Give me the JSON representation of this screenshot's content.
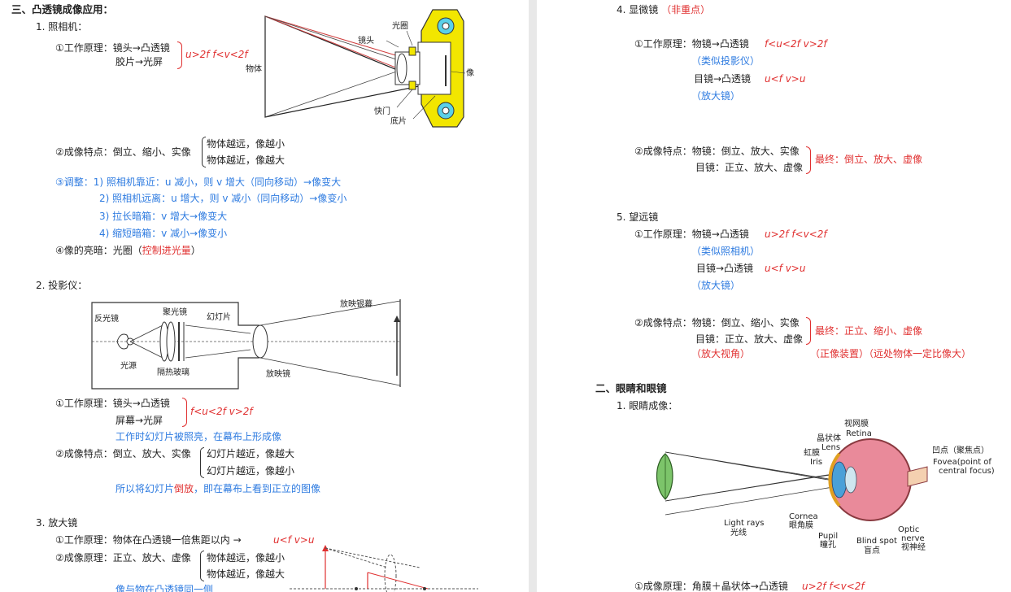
{
  "left": {
    "section3_title": "三、凸透镜成像应用：",
    "camera": {
      "title": "1. 照相机：",
      "p1_a": "①工作原理：镜头→凸透镜",
      "p1_b": "胶片→光屏",
      "p1_cond": "u>2f  f<v<2f",
      "p2": "②成像特点：倒立、缩小、实像",
      "p2_a": "物体越远，像越小",
      "p2_b": "物体越近，像越大",
      "p3_a": "③调整：1) 照相机靠近：u 减小，则 v 增大（同向移动）→像变大",
      "p3_b": "2) 照相机远离：u 增大，则 v 减小（同向移动）→像变小",
      "p3_c": "3) 拉长暗箱：v 增大→像变大",
      "p3_d": "4) 缩短暗箱：v 减小→像变小",
      "p4": "④像的亮暗：光圈（",
      "p4_red": "控制进光量",
      "p4_end": "）",
      "diagram": {
        "object": "物体",
        "lens": "镜头",
        "aperture": "光圈",
        "image": "像",
        "shutter": "快门",
        "film": "底片"
      }
    },
    "projector": {
      "title": "2. 投影仪：",
      "diagram": {
        "screen": "放映银幕",
        "reflector": "反光镜",
        "condenser": "聚光镜",
        "slide": "幻灯片",
        "light": "光源",
        "glass": "隔热玻璃",
        "lens": "放映镜"
      },
      "p1_a": "①工作原理：镜头→凸透镜",
      "p1_b": "屏幕→光屏",
      "p1_cond": "f<u<2f   v>2f",
      "p1_note": "工作时幻灯片被照亮，在幕布上形成像",
      "p2": "②成像特点：倒立、放大、实像",
      "p2_a": "幻灯片越近，像越大",
      "p2_b": "幻灯片越远，像越小",
      "p2_note_a": "所以将幻灯片",
      "p2_note_red": "倒放",
      "p2_note_b": "，即在幕布上看到正立的图像"
    },
    "magnifier": {
      "title": "3. 放大镜",
      "p1": "①工作原理：物体在凸透镜一倍焦距以内  →",
      "p1_cond": "u<f  v>u",
      "p2": "②成像原理：正立、放大、虚像",
      "p2_a": "物体越远，像越小",
      "p2_b": "物体越近，像越大",
      "p2_note": "像与物在凸透镜同一侧"
    }
  },
  "right": {
    "microscope": {
      "title": "4. 显微镜",
      "title_note": "（非重点）",
      "p1_a": "①工作原理：物镜→凸透镜",
      "p1_a_cond": "f<u<2f  v>2f",
      "p1_a_note": "（类似投影仪）",
      "p1_b": "目镜→凸透镜",
      "p1_b_cond": "u<f  v>u",
      "p1_b_note": "（放大镜）",
      "p2_a": "②成像特点：物镜：倒立、放大、实像",
      "p2_b": "目镜：正立、放大、虚像",
      "p2_final": "最终：倒立、放大、虚像"
    },
    "telescope": {
      "title": "5. 望远镜",
      "p1_a": "①工作原理：物镜→凸透镜",
      "p1_a_cond": "u>2f  f<v<2f",
      "p1_a_note": "（类似照相机）",
      "p1_b": "目镜→凸透镜",
      "p1_b_cond": "u<f   v>u",
      "p1_b_note": "（放大镜）",
      "p2_a": "②成像特点：物镜：倒立、缩小、实像",
      "p2_b": "目镜：正立、放大、虚像",
      "p2_final": "最终：正立、缩小、虚像",
      "p2_note_a": "（放大视角）",
      "p2_note_b": "（正像装置）（远处物体一定比像大）"
    },
    "eye": {
      "section_title": "二、眼睛和眼镜",
      "title": "1. 眼睛成像：",
      "diagram": {
        "retina": "视网膜",
        "retina_en": "Retina",
        "lens": "晶状体",
        "lens_en": "Lens",
        "iris": "虹膜",
        "iris_en": "Iris",
        "fovea": "凹点（聚焦点）",
        "fovea_en_a": "Fovea(point of",
        "fovea_en_b": "central focus)",
        "light_en": "Light rays",
        "light": "光线",
        "cornea_en": "Cornea",
        "cornea": "眼角膜",
        "pupil_en": "Pupil",
        "pupil": "瞳孔",
        "blind_en": "Blind spot",
        "blind": "盲点",
        "optic_a": "Optic",
        "optic_b": "nerve",
        "optic": "视神经"
      },
      "p1": "①成像原理：角膜＋晶状体→凸透镜",
      "p1_cond": "u>2f  f<v<2f"
    }
  }
}
